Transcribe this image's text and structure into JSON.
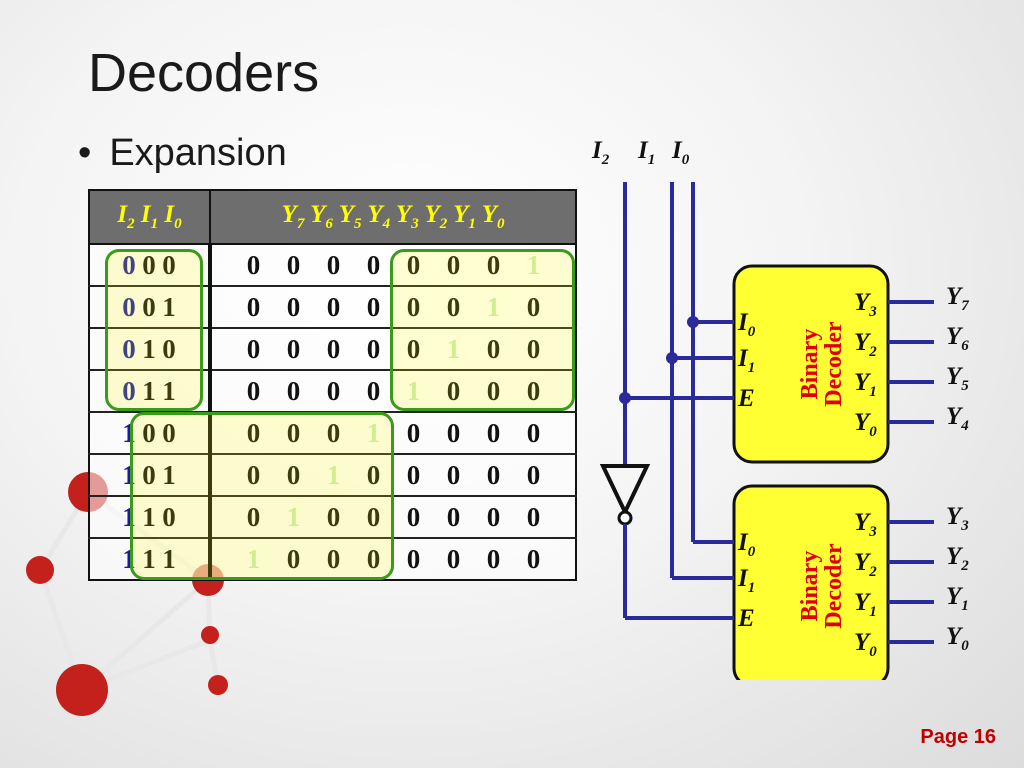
{
  "title": "Decoders",
  "bullet": "Expansion",
  "page_label": "Page 16",
  "table": {
    "header_inputs": [
      {
        "n": "I",
        "s": "2"
      },
      {
        "n": "I",
        "s": "1"
      },
      {
        "n": "I",
        "s": "0"
      }
    ],
    "header_outputs": [
      {
        "n": "Y",
        "s": "7"
      },
      {
        "n": "Y",
        "s": "6"
      },
      {
        "n": "Y",
        "s": "5"
      },
      {
        "n": "Y",
        "s": "4"
      },
      {
        "n": "Y",
        "s": "3"
      },
      {
        "n": "Y",
        "s": "2"
      },
      {
        "n": "Y",
        "s": "1"
      },
      {
        "n": "Y",
        "s": "0"
      }
    ],
    "rows": [
      {
        "in": [
          "0",
          "0",
          "0"
        ],
        "out": [
          "0",
          "0",
          "0",
          "0",
          "0",
          "0",
          "0",
          "1"
        ]
      },
      {
        "in": [
          "0",
          "0",
          "1"
        ],
        "out": [
          "0",
          "0",
          "0",
          "0",
          "0",
          "0",
          "1",
          "0"
        ]
      },
      {
        "in": [
          "0",
          "1",
          "0"
        ],
        "out": [
          "0",
          "0",
          "0",
          "0",
          "0",
          "1",
          "0",
          "0"
        ]
      },
      {
        "in": [
          "0",
          "1",
          "1"
        ],
        "out": [
          "0",
          "0",
          "0",
          "0",
          "1",
          "0",
          "0",
          "0"
        ]
      },
      {
        "in": [
          "1",
          "0",
          "0"
        ],
        "out": [
          "0",
          "0",
          "0",
          "1",
          "0",
          "0",
          "0",
          "0"
        ]
      },
      {
        "in": [
          "1",
          "0",
          "1"
        ],
        "out": [
          "0",
          "0",
          "1",
          "0",
          "0",
          "0",
          "0",
          "0"
        ]
      },
      {
        "in": [
          "1",
          "1",
          "0"
        ],
        "out": [
          "0",
          "1",
          "0",
          "0",
          "0",
          "0",
          "0",
          "0"
        ]
      },
      {
        "in": [
          "1",
          "1",
          "1"
        ],
        "out": [
          "1",
          "0",
          "0",
          "0",
          "0",
          "0",
          "0",
          "0"
        ]
      }
    ]
  },
  "diagram": {
    "inputs": [
      {
        "n": "I",
        "s": "2"
      },
      {
        "n": "I",
        "s": "1"
      },
      {
        "n": "I",
        "s": "0"
      }
    ],
    "decoder_label": [
      "Binary",
      "Decoder"
    ],
    "decoder_inputs": [
      {
        "n": "I",
        "s": "0"
      },
      {
        "n": "I",
        "s": "1"
      },
      {
        "n": "E",
        "s": ""
      }
    ],
    "decoder_outputs": [
      {
        "n": "Y",
        "s": "3"
      },
      {
        "n": "Y",
        "s": "2"
      },
      {
        "n": "Y",
        "s": "1"
      },
      {
        "n": "Y",
        "s": "0"
      }
    ],
    "top_outputs": [
      {
        "n": "Y",
        "s": "7"
      },
      {
        "n": "Y",
        "s": "6"
      },
      {
        "n": "Y",
        "s": "5"
      },
      {
        "n": "Y",
        "s": "4"
      }
    ],
    "bottom_outputs": [
      {
        "n": "Y",
        "s": "3"
      },
      {
        "n": "Y",
        "s": "2"
      },
      {
        "n": "Y",
        "s": "1"
      },
      {
        "n": "Y",
        "s": "0"
      }
    ]
  },
  "colors": {
    "wire": "#2a2a9a",
    "decoder_fill": "#ffff33",
    "decoder_text": "#e00000",
    "header_text": "#ffff00",
    "highlight": "#3a9a1a"
  }
}
